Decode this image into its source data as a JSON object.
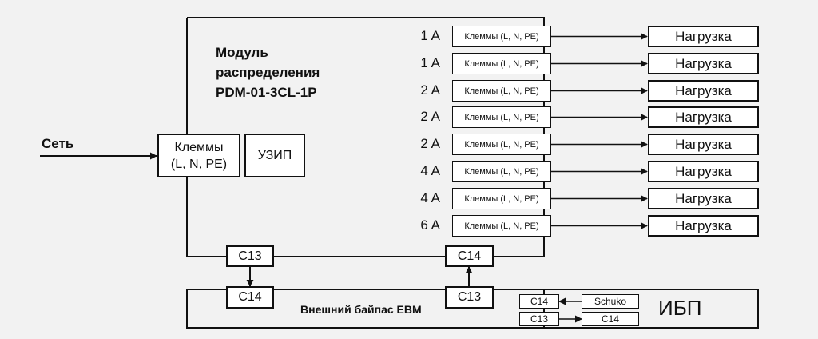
{
  "input_label": "Сеть",
  "module": {
    "title_lines": [
      "Модуль",
      "распределения",
      "PDM-01-3CL-1P"
    ],
    "input_terminals_lines": [
      "Клеммы",
      "(L, N, PE)"
    ],
    "surge_protector": "УЗИП"
  },
  "outputs": [
    {
      "current": "1 A",
      "terminal": "Клеммы (L, N, PE)",
      "load": "Нагрузка"
    },
    {
      "current": "1 A",
      "terminal": "Клеммы (L, N, PE)",
      "load": "Нагрузка"
    },
    {
      "current": "2 A",
      "terminal": "Клеммы (L, N, PE)",
      "load": "Нагрузка"
    },
    {
      "current": "2 A",
      "terminal": "Клеммы (L, N, PE)",
      "load": "Нагрузка"
    },
    {
      "current": "2 A",
      "terminal": "Клеммы (L, N, PE)",
      "load": "Нагрузка"
    },
    {
      "current": "4 A",
      "terminal": "Клеммы (L, N, PE)",
      "load": "Нагрузка"
    },
    {
      "current": "4 A",
      "terminal": "Клеммы (L, N, PE)",
      "load": "Нагрузка"
    },
    {
      "current": "6 A",
      "terminal": "Клеммы (L, N, PE)",
      "load": "Нагрузка"
    }
  ],
  "module_connectors": {
    "left": "C13",
    "right": "C14"
  },
  "bypass": {
    "label": "Внешний байпас ЕВМ",
    "connector_left": "C14",
    "connector_right": "C13",
    "ups_side_top": "C14",
    "ups_side_bottom": "C13"
  },
  "ups": {
    "label": "ИБП",
    "socket_top": "Schuko",
    "socket_bottom": "C14"
  }
}
